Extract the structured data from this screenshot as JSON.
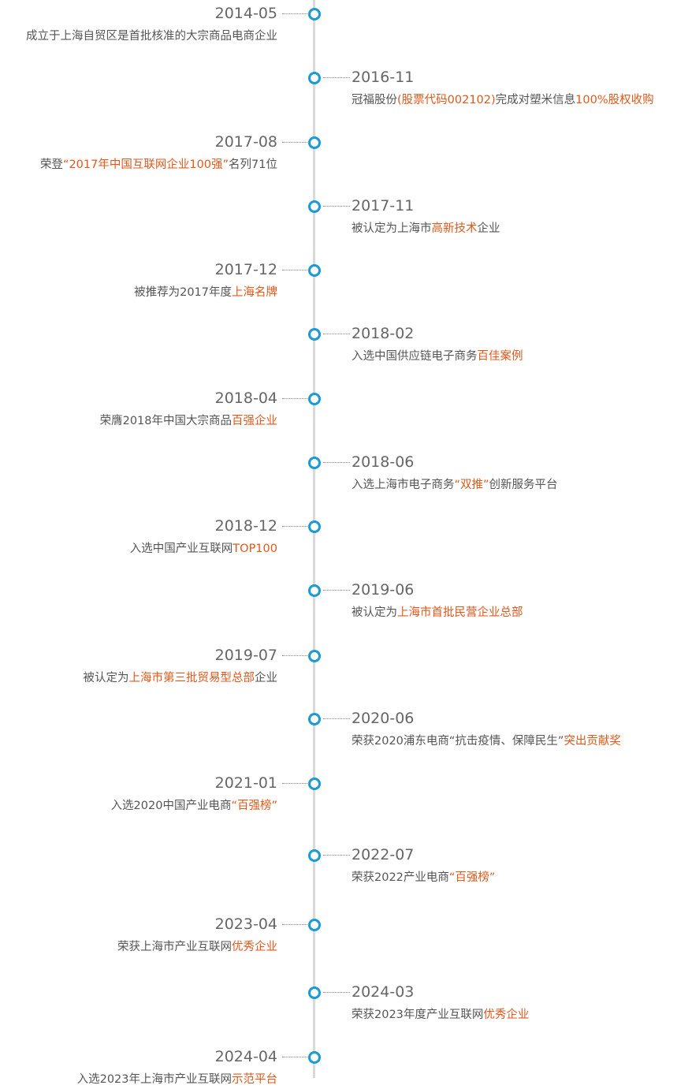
{
  "colors": {
    "accent": "#1a9ad6",
    "highlight": "#e2581a",
    "line": "#d9d9d9",
    "text": "#555555"
  },
  "events": [
    {
      "date": "2014-05",
      "parts": [
        {
          "t": "成立于上海自贸区是首批核准的大宗商品电商企业"
        }
      ]
    },
    {
      "date": "2016-11",
      "parts": [
        {
          "t": "冠福股份"
        },
        {
          "t": "(股票代码002102)",
          "hl": true
        },
        {
          "t": "完成对塑米信息"
        },
        {
          "t": "100%股权收购",
          "hl": true
        }
      ]
    },
    {
      "date": "2017-08",
      "parts": [
        {
          "t": "荣登"
        },
        {
          "t": "“2017年中国互联网企业100强”",
          "hl": true
        },
        {
          "t": "名列71位"
        }
      ]
    },
    {
      "date": "2017-11",
      "parts": [
        {
          "t": "被认定为上海市"
        },
        {
          "t": "高新技术",
          "hl": true
        },
        {
          "t": "企业"
        }
      ]
    },
    {
      "date": "2017-12",
      "parts": [
        {
          "t": "被推荐为2017年度"
        },
        {
          "t": "上海名牌",
          "hl": true
        }
      ]
    },
    {
      "date": "2018-02",
      "parts": [
        {
          "t": "入选中国供应链电子商务"
        },
        {
          "t": "百佳案例",
          "hl": true
        }
      ]
    },
    {
      "date": "2018-04",
      "parts": [
        {
          "t": "荣膺2018年中国大宗商品"
        },
        {
          "t": "百强企业",
          "hl": true
        }
      ]
    },
    {
      "date": "2018-06",
      "parts": [
        {
          "t": "入选上海市电子商务"
        },
        {
          "t": "“双推”",
          "hl": true
        },
        {
          "t": "创新服务平台"
        }
      ]
    },
    {
      "date": "2018-12",
      "parts": [
        {
          "t": "入选中国产业互联网"
        },
        {
          "t": "TOP100",
          "hl": true
        }
      ]
    },
    {
      "date": "2019-06",
      "parts": [
        {
          "t": "被认定为"
        },
        {
          "t": "上海市首批民营企业总部",
          "hl": true
        }
      ]
    },
    {
      "date": "2019-07",
      "parts": [
        {
          "t": "被认定为"
        },
        {
          "t": "上海市第三批贸易型总部",
          "hl": true
        },
        {
          "t": "企业"
        }
      ]
    },
    {
      "date": "2020-06",
      "parts": [
        {
          "t": "荣获2020浦东电商“抗击疫情、保障民生”"
        },
        {
          "t": "突出贡献奖",
          "hl": true
        }
      ]
    },
    {
      "date": "2021-01",
      "parts": [
        {
          "t": "入选2020中国产业电商"
        },
        {
          "t": "“百强榜”",
          "hl": true
        }
      ]
    },
    {
      "date": "2022-07",
      "parts": [
        {
          "t": "荣获2022产业电商"
        },
        {
          "t": "“百强榜”",
          "hl": true
        }
      ]
    },
    {
      "date": "2023-04",
      "parts": [
        {
          "t": "荣获上海市产业互联网"
        },
        {
          "t": "优秀企业",
          "hl": true
        }
      ]
    },
    {
      "date": "2024-03",
      "parts": [
        {
          "t": "荣获2023年度产业互联网"
        },
        {
          "t": "优秀企业",
          "hl": true
        }
      ]
    },
    {
      "date": "2024-04",
      "parts": [
        {
          "t": "入选2023年上海市产业互联网"
        },
        {
          "t": "示范平台",
          "hl": true
        }
      ]
    }
  ]
}
